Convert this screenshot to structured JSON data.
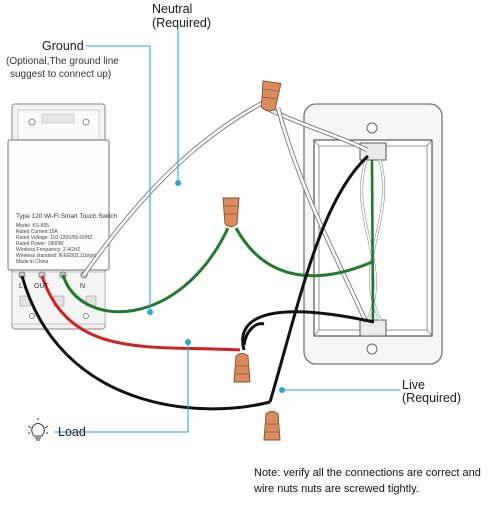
{
  "labels": {
    "neutral": "Neutral",
    "neutral_note": "(Required)",
    "ground": "Ground",
    "ground_note_1": "(Optional,The ground line",
    "ground_note_2": "suggest to connect up)",
    "live": "Live",
    "live_note": "(Required)",
    "load": "Load",
    "note_1": "Note: verify all the  connections are correct and",
    "note_2": "wire nuts nuts are screwed tightly."
  },
  "switch_label": {
    "title": "Type 120 Wi-Fi Smart Touch Switch",
    "model": "Model: KS-605",
    "current": "Rated Current:15A",
    "voltage": "Rated Voltage: 110-120V/50-60HZ",
    "power": "Rated Power: 1800W",
    "frequency": "Wireless Frequency: 2.4GHZ",
    "standard": "Wireless standard: IEEE802.11b/g/n",
    "made_in": "Made in China"
  },
  "terminals": {
    "l": "L",
    "out": "OUT",
    "n": "N"
  },
  "icons": {
    "load": "lightbulb-icon"
  },
  "colors": {
    "ground_wire": "#1f7a2e",
    "live_wire": "#111111",
    "load_wire": "#d21f1f",
    "neutral_wire": "#ffffff",
    "wire_nut": "#d98c5f",
    "leader": "#29a7d9"
  }
}
